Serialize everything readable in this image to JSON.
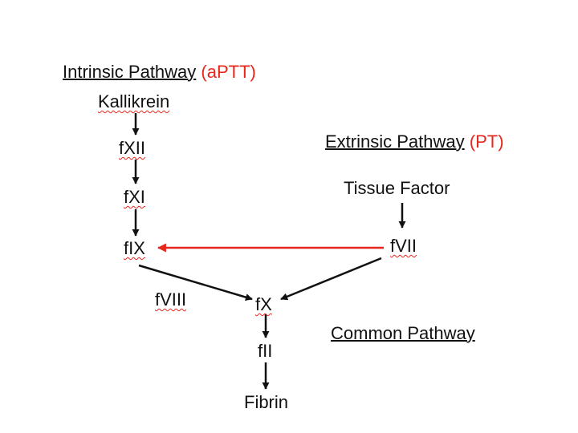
{
  "intrinsic": {
    "title": "Intrinsic Pathway",
    "test": "(aPTT)",
    "nodes": [
      "Kallikrein",
      "fXII",
      "fXI",
      "fIX"
    ]
  },
  "extrinsic": {
    "title": "Extrinsic Pathway",
    "test": "(PT)",
    "nodes": [
      "Tissue Factor",
      "fVII"
    ]
  },
  "common": {
    "title": "Common Pathway",
    "nodes": [
      "fX",
      "fII",
      "Fibrin"
    ]
  },
  "cofactor": "fVIII",
  "colors": {
    "text": "#111111",
    "highlight": "#e8261c"
  }
}
